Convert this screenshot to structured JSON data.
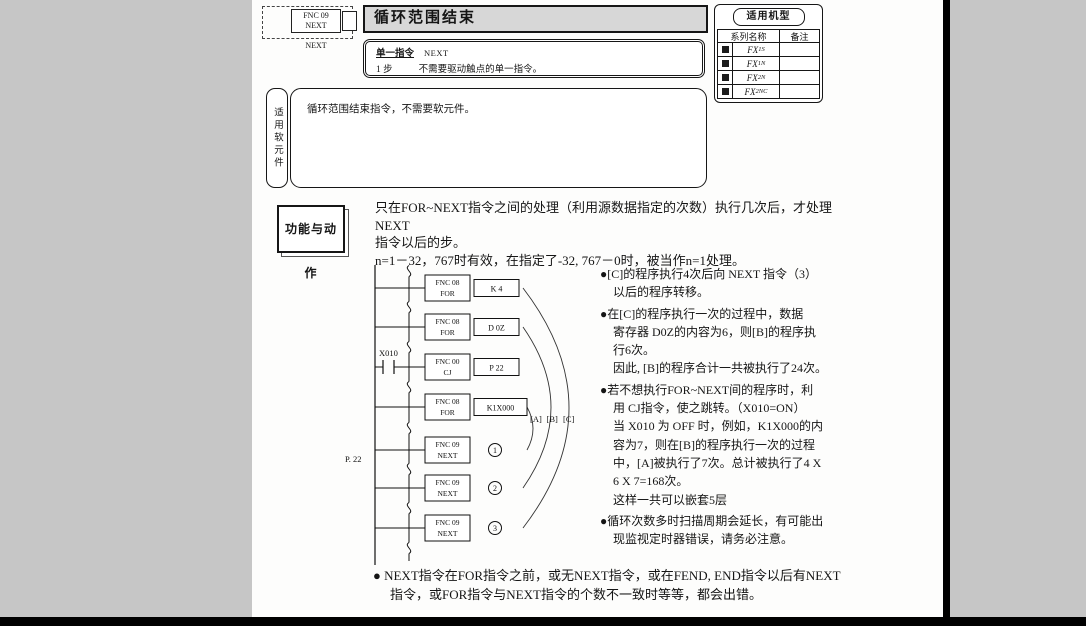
{
  "document": {
    "header": {
      "fnc_box_line1": "FNC 09",
      "fnc_box_line2": "NEXT",
      "mnemonic_below": "NEXT",
      "title": "循环范围结束"
    },
    "instruction_info": {
      "type_label": "单一指令",
      "type_mnemonic": "NEXT",
      "steps": "1 步",
      "description": "不需要驱动触点的单一指令。"
    },
    "applicable_models": {
      "title": "适用机型",
      "header_series": "系列名称",
      "header_remark": "备注",
      "rows": [
        {
          "series_main": "FX",
          "series_sub": "1S"
        },
        {
          "series_main": "FX",
          "series_sub": "1N"
        },
        {
          "series_main": "FX",
          "series_sub": "2N"
        },
        {
          "series_main": "FX",
          "series_sub": "2NC"
        }
      ]
    },
    "applicable_devices": {
      "side_label": "适用软元件",
      "note": "循环范围结束指令，不需要软元件。"
    },
    "function_section": {
      "label": "功能与动作",
      "intro": "只在FOR~NEXT指令之间的处理（利用源数据指定的次数）执行几次后，才处理NEXT\n指令以后的步。\nn=1－32，767时有效，在指定了-32, 767－0时，被当作n=1处理。"
    },
    "ladder": {
      "pointer_label": "P. 22",
      "contact_label": "X010",
      "rungs": [
        {
          "line1": "FNC 08",
          "line2": "FOR",
          "operand": "K 4"
        },
        {
          "line1": "FNC 08",
          "line2": "FOR",
          "operand": "D 0Z"
        },
        {
          "line1": "FNC 00",
          "line2": "CJ",
          "operand": "P 22"
        },
        {
          "line1": "FNC 08",
          "line2": "FOR",
          "operand": "K1X000"
        },
        {
          "line1": "FNC 09",
          "line2": "NEXT",
          "circle": "1"
        },
        {
          "line1": "FNC 09",
          "line2": "NEXT",
          "circle": "2"
        },
        {
          "line1": "FNC 09",
          "line2": "NEXT",
          "circle": "3"
        }
      ],
      "loop_labels": [
        "[A]",
        "[B]",
        "[C]"
      ]
    },
    "notes": [
      {
        "text": "●[C]的程序执行4次后向 NEXT 指令（3）\n以后的程序转移。"
      },
      {
        "text": "●在[C]的程序执行一次的过程中，数据\n寄存器 D0Z的内容为6，则[B]的程序执\n行6次。\n因此, [B]的程序合计一共被执行了24次。"
      },
      {
        "text": "●若不想执行FOR~NEXT间的程序时，利\n用 CJ指令，使之跳转。（X010=ON）\n当 X010 为 OFF 时，例如，K1X000的内\n容为7，则在[B]的程序执行一次的过程\n中，[A]被执行了7次。总计被执行了4 X\n6 X 7=168次。\n这样一共可以嵌套5层"
      },
      {
        "text": "●循环次数多时扫描周期会延长，有可能出\n现监视定时器错误，请务必注意。"
      }
    ],
    "bottom_note": "● NEXT指令在FOR指令之前，或无NEXT指令，或在FEND, END指令以后有NEXT\n指令，或FOR指令与NEXT指令的个数不一致时等等，都会出错。"
  }
}
